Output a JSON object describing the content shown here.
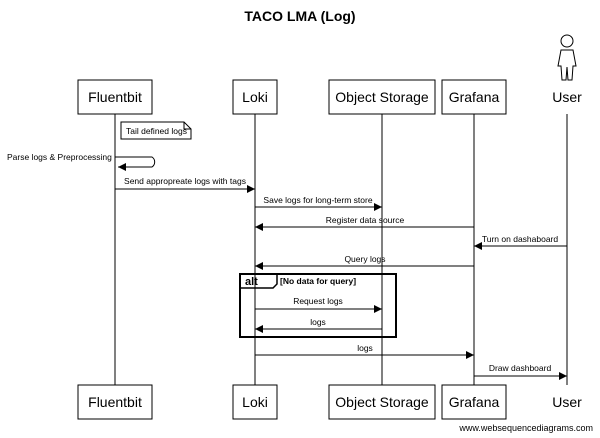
{
  "title": "TACO LMA (Log)",
  "footer": "www.websequencediagrams.com",
  "participants": [
    {
      "id": "fluentbit",
      "label": "Fluentbit",
      "kind": "box"
    },
    {
      "id": "loki",
      "label": "Loki",
      "kind": "box"
    },
    {
      "id": "storage",
      "label": "Object Storage",
      "kind": "box"
    },
    {
      "id": "grafana",
      "label": "Grafana",
      "kind": "box"
    },
    {
      "id": "user",
      "label": "User",
      "kind": "actor",
      "icon": "stick-figure-icon"
    }
  ],
  "note": {
    "text": "Tail defined logs",
    "over": "fluentbit"
  },
  "messages": [
    {
      "from": "fluentbit",
      "to": "fluentbit",
      "label": "Parse logs & Preprocessing",
      "self": true
    },
    {
      "from": "fluentbit",
      "to": "loki",
      "label": "Send appropreate logs with tags"
    },
    {
      "from": "loki",
      "to": "storage",
      "label": "Save logs for long-term store"
    },
    {
      "from": "grafana",
      "to": "loki",
      "label": "Register data source"
    },
    {
      "from": "user",
      "to": "grafana",
      "label": "Turn on dashaboard"
    },
    {
      "from": "grafana",
      "to": "loki",
      "label": "Query logs"
    },
    {
      "from": "loki",
      "to": "storage",
      "label": "Request logs"
    },
    {
      "from": "storage",
      "to": "loki",
      "label": "logs"
    },
    {
      "from": "loki",
      "to": "grafana",
      "label": "logs"
    },
    {
      "from": "grafana",
      "to": "user",
      "label": "Draw dashboard"
    }
  ],
  "alt_fragment": {
    "keyword": "alt",
    "condition": "[No data for query]"
  }
}
